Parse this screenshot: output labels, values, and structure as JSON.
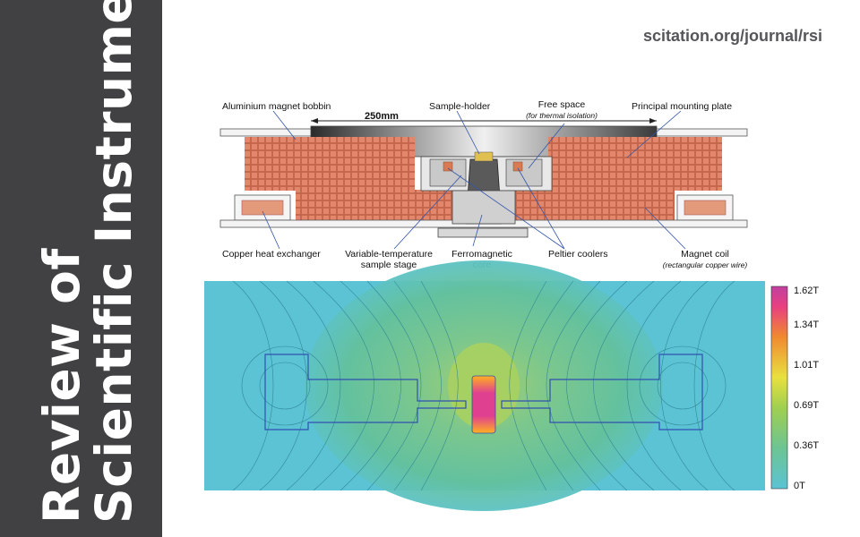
{
  "journal": {
    "line1": "Review of",
    "line2": "Scientific Instruments"
  },
  "url": "scitation.org/journal/rsi",
  "diagram": {
    "dimension": "250mm",
    "labels": {
      "bobbin": "Aluminium magnet bobbin",
      "sample_holder": "Sample-holder",
      "free_space": "Free space",
      "free_space_note": "(for thermal isolation)",
      "mounting_plate": "Principal mounting plate",
      "heat_exchanger": "Copper heat exchanger",
      "sample_stage": "Variable-temperature sample stage",
      "core": "Ferromagnetic core",
      "peltier": "Peltier coolers",
      "coil": "Magnet coil",
      "coil_note": "(rectangular copper wire)"
    }
  },
  "field_map": {
    "colorbar": [
      "1.62T",
      "1.34T",
      "1.01T",
      "0.69T",
      "0.36T",
      "0T"
    ],
    "colors": {
      "low": "#5bc3d4",
      "mid": "#6dc493",
      "high": "#e0307d"
    }
  }
}
